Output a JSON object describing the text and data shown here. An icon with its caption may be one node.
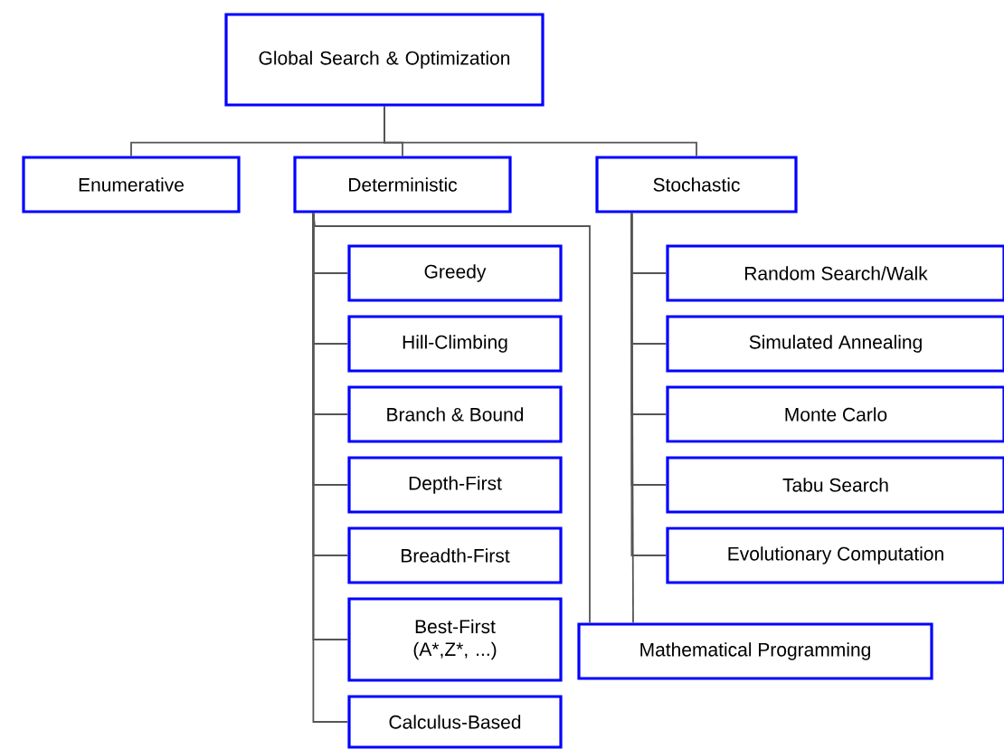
{
  "diagram": {
    "nodes": [
      {
        "text": [
          "Global Search & Optimization"
        ]
      },
      {
        "text": [
          "Enumerative"
        ]
      },
      {
        "text": [
          "Deterministic"
        ]
      },
      {
        "text": [
          "Stochastic"
        ]
      },
      {
        "text": [
          "Greedy"
        ]
      },
      {
        "text": [
          "Hill-Climbing"
        ]
      },
      {
        "text": [
          "Branch & Bound"
        ]
      },
      {
        "text": [
          "Depth-First"
        ]
      },
      {
        "text": [
          "Breadth-First"
        ]
      },
      {
        "text": [
          "Best-First (A*,Z*, ...)"
        ]
      },
      {
        "text": [
          "Calculus-Based"
        ]
      },
      {
        "text": [
          "Random Search/Walk"
        ]
      },
      {
        "text": [
          "Simulated Annealing"
        ]
      },
      {
        "text": [
          "Monte Carlo"
        ]
      },
      {
        "text": [
          "Tabu Search"
        ]
      },
      {
        "text": [
          "Evolutionary Computation"
        ]
      },
      {
        "text": [
          "Mathematical Programming"
        ]
      }
    ],
    "edges": [
      {
        "from": 0,
        "to": 1,
        "arrow": "none"
      },
      {
        "from": 0,
        "to": 2,
        "arrow": "none"
      },
      {
        "from": 0,
        "to": 3,
        "arrow": "none"
      },
      {
        "from": 2,
        "to": 4,
        "arrow": "none"
      },
      {
        "from": 2,
        "to": 5,
        "arrow": "none"
      },
      {
        "from": 2,
        "to": 6,
        "arrow": "none"
      },
      {
        "from": 2,
        "to": 7,
        "arrow": "none"
      },
      {
        "from": 2,
        "to": 8,
        "arrow": "none"
      },
      {
        "from": 2,
        "to": 9,
        "arrow": "none"
      },
      {
        "from": 2,
        "to": 10,
        "arrow": "none"
      },
      {
        "from": 2,
        "to": 16,
        "arrow": "none"
      },
      {
        "from": 3,
        "to": 11,
        "arrow": "none"
      },
      {
        "from": 3,
        "to": 12,
        "arrow": "none"
      },
      {
        "from": 3,
        "to": 13,
        "arrow": "none"
      },
      {
        "from": 3,
        "to": 14,
        "arrow": "none"
      },
      {
        "from": 3,
        "to": 15,
        "arrow": "none"
      },
      {
        "from": 3,
        "to": 16,
        "arrow": "none"
      }
    ]
  }
}
